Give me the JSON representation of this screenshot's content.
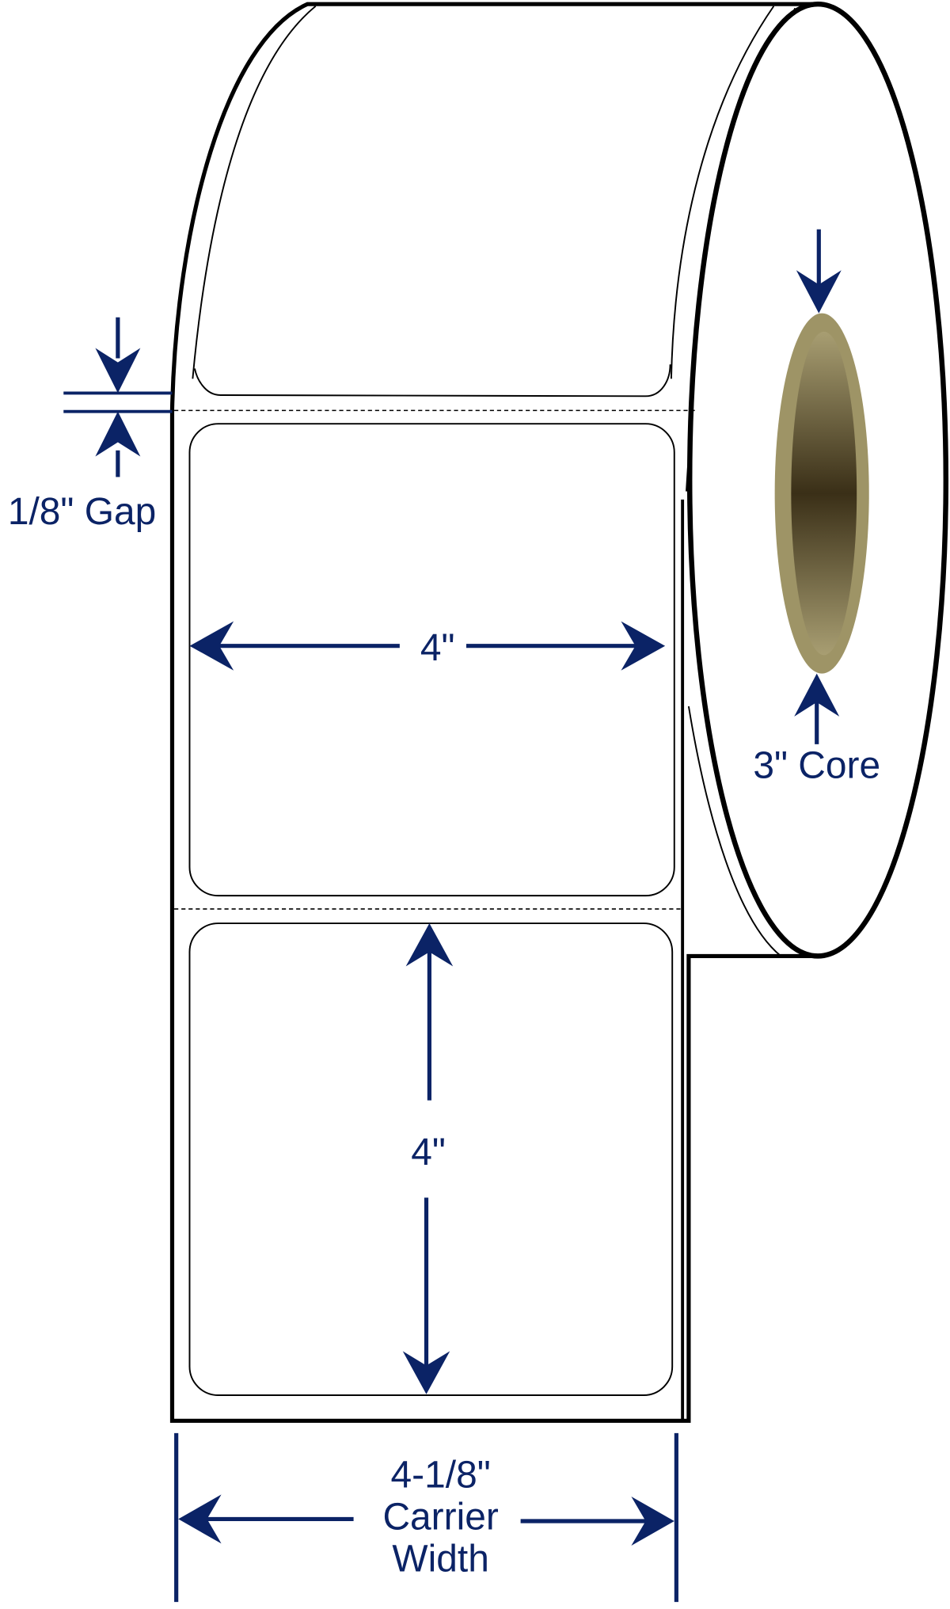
{
  "labels": {
    "gap": "1/8\" Gap",
    "label_width": "4\"",
    "label_height": "4\"",
    "core": "3\" Core",
    "carrier_line1": "4-1/8\"",
    "carrier_line2": "Carrier",
    "carrier_line3": "Width"
  },
  "colors": {
    "dimension": "#0b2366",
    "outline": "#000000",
    "core_rim": "#9e9466",
    "core_dark": "#3a2f17",
    "paper": "#ffffff"
  }
}
